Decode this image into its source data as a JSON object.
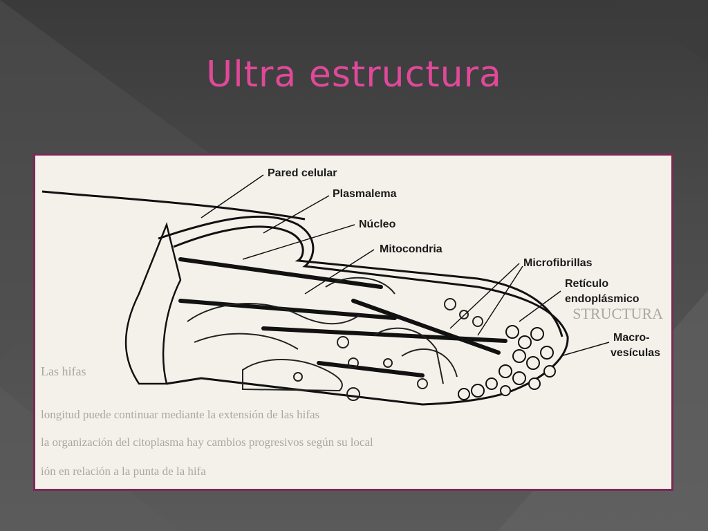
{
  "slide": {
    "title": "Ultra estructura",
    "colors": {
      "title": "#e0499a",
      "frame": "#7a2a55",
      "background": "#444444"
    }
  },
  "diagram": {
    "labels": {
      "pared_celular": "Pared celular",
      "plasmalema": "Plasmalema",
      "nucleo": "Núcleo",
      "mitocondria": "Mitocondria",
      "microfibrillas": "Microfibrillas",
      "reticulo_1": "Retículo",
      "reticulo_2": "endoplásmico",
      "macro_1": "Macro-",
      "macro_2": "vesículas"
    },
    "bleed_text": [
      "STRUCTURA",
      "Las hifas",
      "longitud puede continuar mediante la extensión de las hifas",
      "la organización del citoplasma hay cambios progresivos según su local",
      "ión en relación a la punta de la hifa"
    ]
  }
}
